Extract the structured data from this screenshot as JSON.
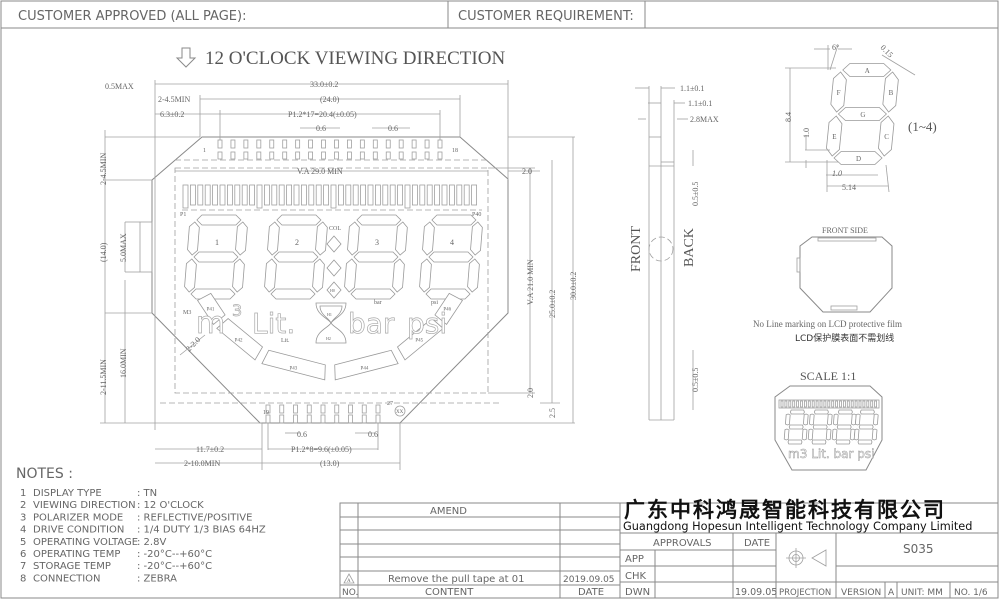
{
  "header": {
    "customer_approved": "CUSTOMER  APPROVED  (ALL  PAGE):",
    "customer_requirement": "CUSTOMER  REQUIREMENT:"
  },
  "viewing_direction": "12 O'CLOCK VIEWING DIRECTION",
  "main_dims": {
    "max05": "0.5MAX",
    "width_total": "33.0±0.2",
    "min45_top": "2-4.5MIN",
    "w24": "(24.0)",
    "w63": "6.3±0.2",
    "pitch_top": "P1.2*17=20.4(±0.05)",
    "pin_w1": "0.6",
    "pin_w2": "0.6",
    "va_w": "V.A 29.0 MIN",
    "dim_20_top": "2.0",
    "left_45min": "2-4.5MIN",
    "left_14": "(14.0)",
    "left_5max": "5.0MAX",
    "left_115min": "2-11.5MIN",
    "left_16min": "16.0MIN",
    "va_h": "V.A 21.0 MIN",
    "h25": "25.0±0.2",
    "h30": "30.0±0.2",
    "dim_20_bot": "2.0",
    "dim_25": "2.5",
    "chamfer": "2-2.0",
    "pin_w3": "0.6",
    "pin_w4": "0.6",
    "w117": "11.7±0.2",
    "pitch_bot": "P1.2*8=9.6(±0.05)",
    "min10": "2-10.0MIN",
    "w13": "(13.0)"
  },
  "lcd": {
    "pin_1": "1",
    "pin_18": "18",
    "pin_19": "19",
    "pin_27": "27",
    "xx": "XX",
    "p1": "P1",
    "p40": "P40",
    "digits": [
      "1",
      "2",
      "3",
      "4"
    ],
    "col": "COL",
    "h0": "H0",
    "h1": "H1",
    "h2": "H2",
    "m3": "M3",
    "lit_small": "Lit.",
    "bar_small": "bar",
    "psi_small": "psi",
    "unit_m": "m",
    "unit_sup": "3",
    "unit_lit": "Lit.",
    "unit_bar": "bar",
    "unit_psi": "psi",
    "arc": [
      "P41",
      "P42",
      "P43",
      "P44",
      "P45",
      "P46"
    ]
  },
  "side_view": {
    "d1": "1.1±0.1",
    "d2": "1.1±0.1",
    "d3": "2.8MAX",
    "d4": "0.5±0.5",
    "d5": "0.5±0.5",
    "front": "FRONT",
    "back": "BACK"
  },
  "segment_detail": {
    "labels": [
      "A",
      "B",
      "C",
      "D",
      "E",
      "F",
      "G"
    ],
    "angle": "6°",
    "gap": "0.15",
    "height": "8.4",
    "seg_w": "1.0",
    "seg_w2": "1.0",
    "width": "5.14",
    "range": "(1~4)"
  },
  "front_side": {
    "title": "FRONT SIDE",
    "note_en": "No Line marking on LCD protective film",
    "note_cn": "LCD保护膜表面不需划线"
  },
  "scale": {
    "label": "SCALE 1:1"
  },
  "notes": {
    "title": "NOTES :",
    "items": [
      {
        "num": "1",
        "label": "DISPLAY TYPE",
        "value": ": TN"
      },
      {
        "num": "2",
        "label": "VIEWING DIRECTION",
        "value": ": 12 O'CLOCK"
      },
      {
        "num": "3",
        "label": "POLARIZER MODE",
        "value": ": REFLECTIVE/POSITIVE"
      },
      {
        "num": "4",
        "label": "DRIVE CONDITION",
        "value": ": 1/4  DUTY   1/3 BIAS    64HZ"
      },
      {
        "num": "5",
        "label": "OPERATING VOLTAGE",
        "value": ": 2.8V"
      },
      {
        "num": "6",
        "label": "OPERATING TEMP",
        "value": ":  -20°C--+60°C"
      },
      {
        "num": "7",
        "label": "STORAGE TEMP",
        "value": ":  -20°C--+60°C"
      },
      {
        "num": "8",
        "label": "CONNECTION",
        "value": ": ZEBRA"
      }
    ]
  },
  "title_block": {
    "amend": "AMEND",
    "rev_symbol": "A",
    "rev_content": "Remove the pull tape at 01",
    "rev_date": "2019.09.05",
    "no": "NO.",
    "content": "CONTENT",
    "date": "DATE",
    "company_cn": "广东中科鸿晟智能科技有限公司",
    "company_en": "Guangdong Hopesun Intelligent Technology Company Limited",
    "approvals": "APPROVALS",
    "approvals_date": "DATE",
    "app": "APP",
    "chk": "CHK",
    "dwn": "DWN",
    "dwn_date": "19.09.05",
    "part_no": "S035",
    "projection": "PROJECTION",
    "version_label": "VERSION",
    "version": "A",
    "unit": "UNIT: MM",
    "sheet": "NO. 1/6"
  }
}
